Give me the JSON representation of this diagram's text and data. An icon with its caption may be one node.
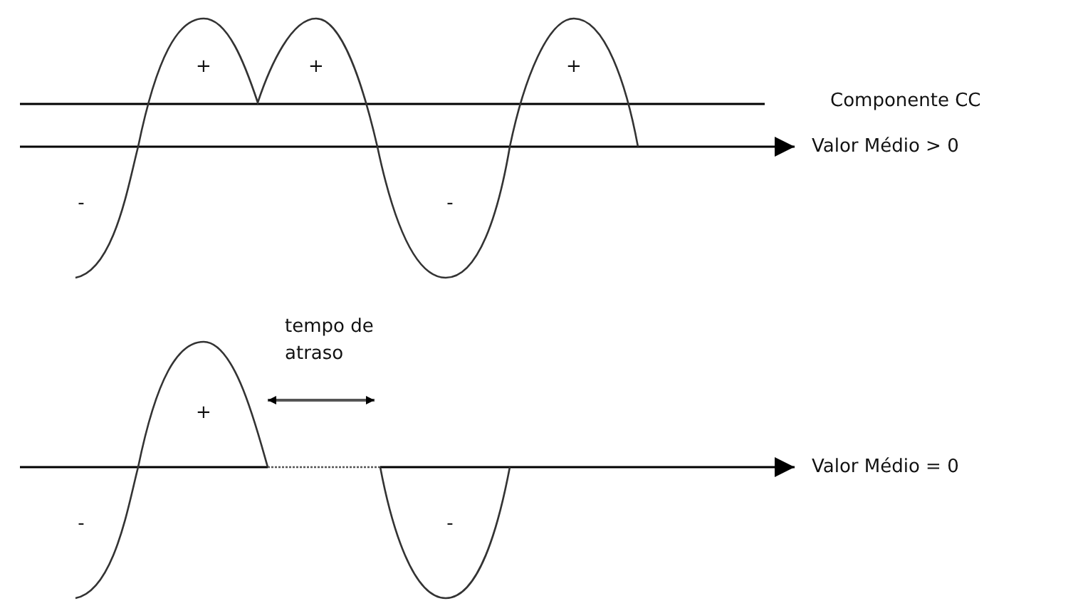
{
  "diagram": {
    "labels": [
      "+",
      "+",
      "+",
      "Componente CC",
      "Valor Médio > 0",
      "-",
      "-",
      "tempo de atraso",
      "+",
      "Valor Médio = 0",
      "-",
      "-"
    ]
  }
}
